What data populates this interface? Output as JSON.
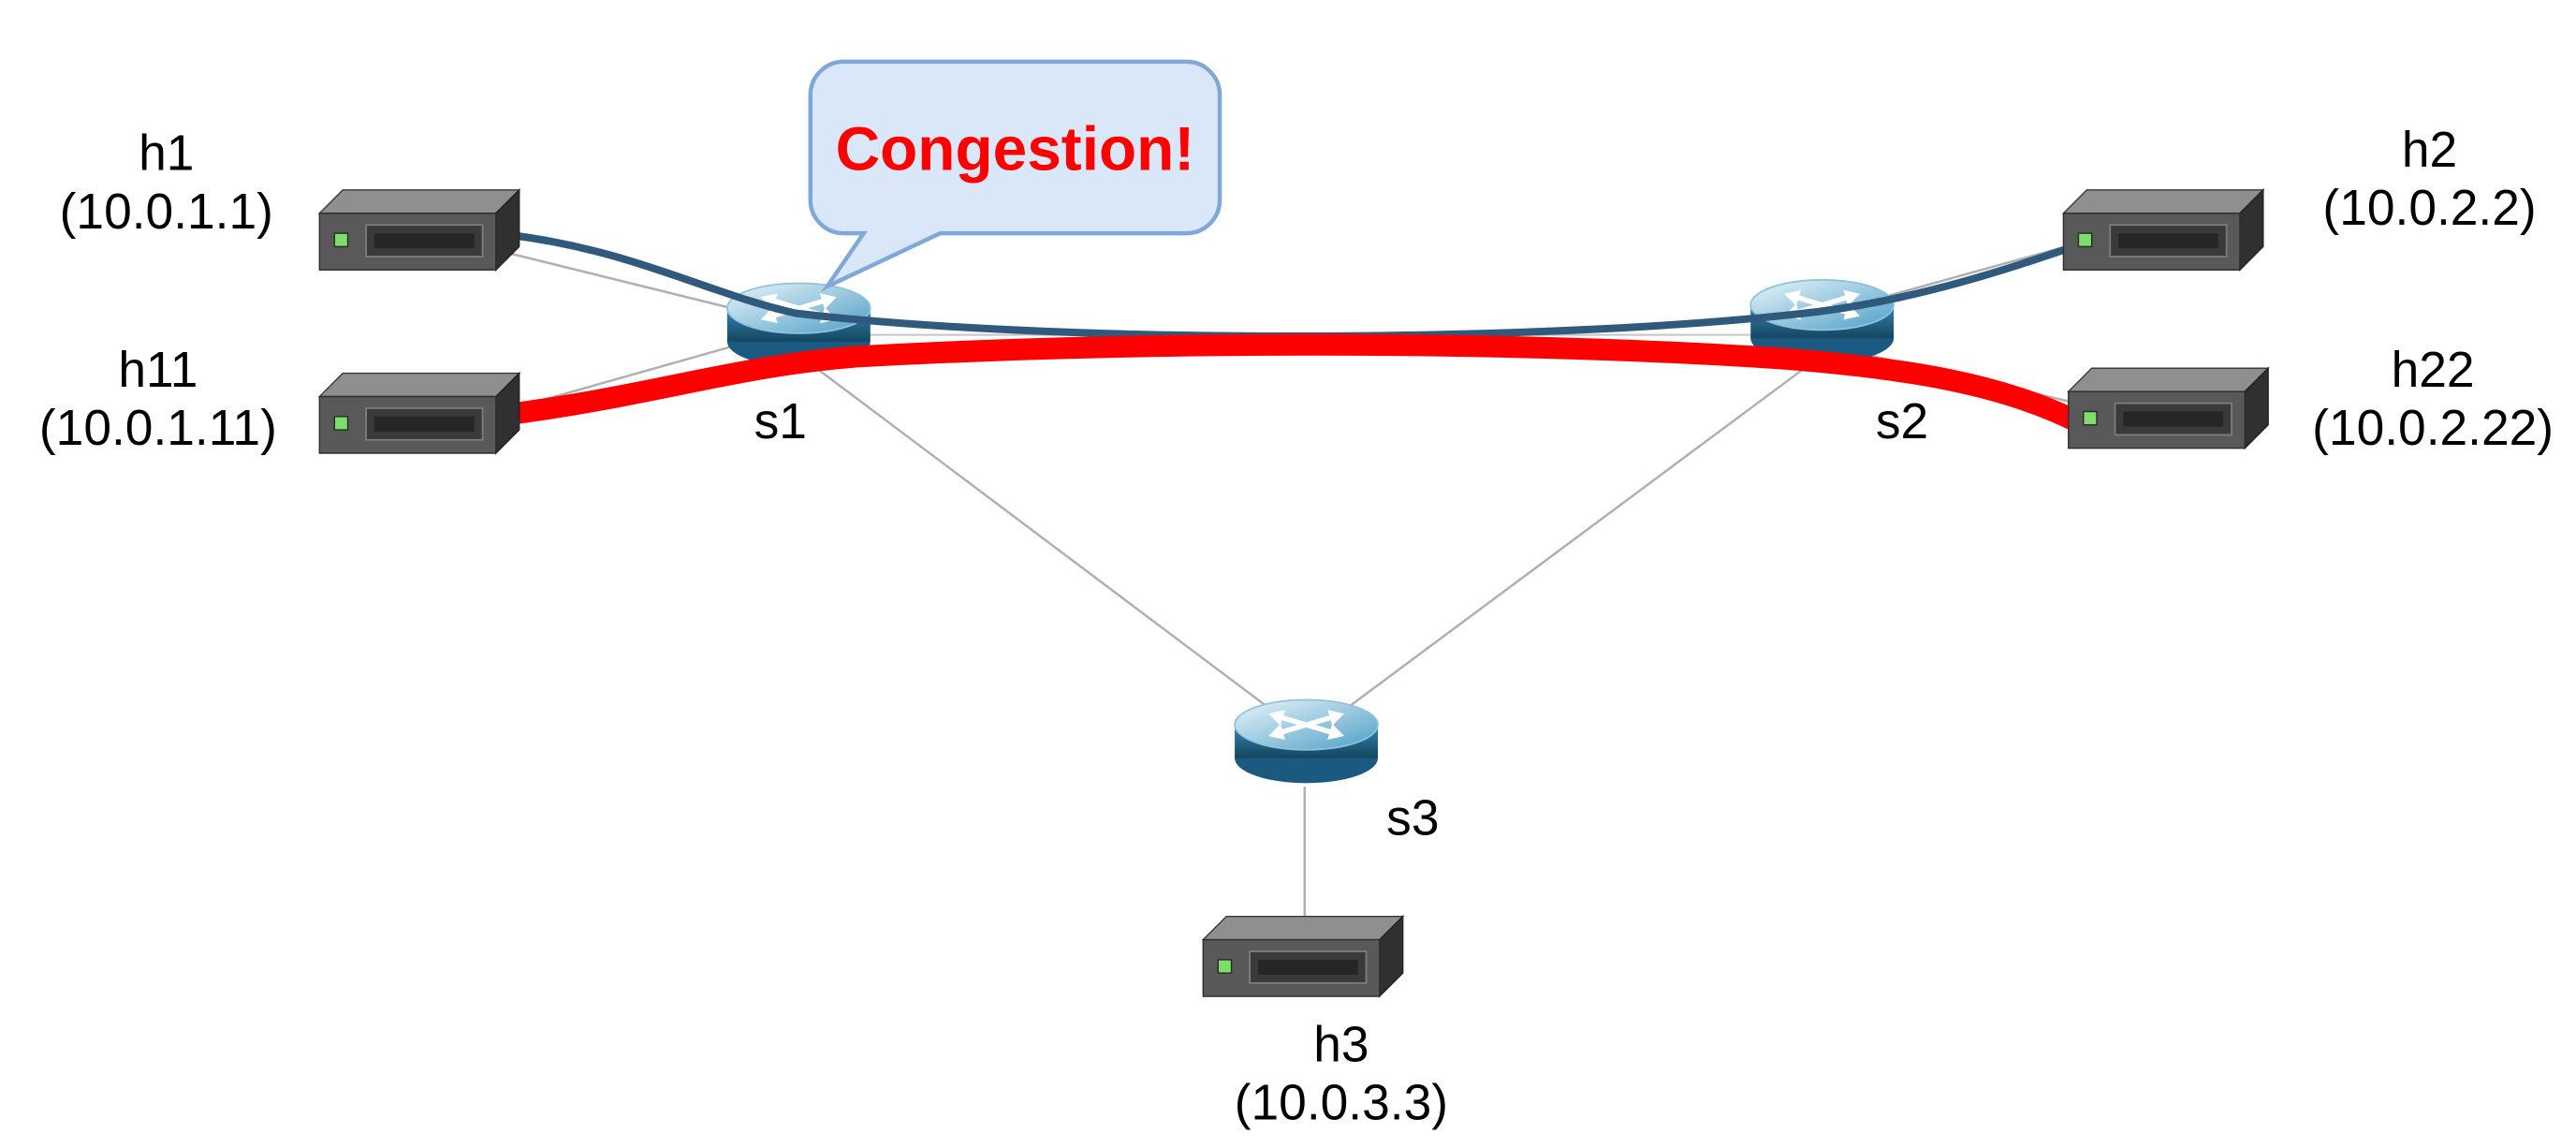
{
  "diagram": {
    "type": "network-topology",
    "callout": {
      "text": "Congestion!",
      "text_color": "#ff0000",
      "fill": "#d9e7f8",
      "border": "#7fa8d9",
      "points_at": "s1"
    },
    "switches": [
      {
        "id": "s1",
        "label": "s1"
      },
      {
        "id": "s2",
        "label": "s2"
      },
      {
        "id": "s3",
        "label": "s3"
      }
    ],
    "hosts": [
      {
        "id": "h1",
        "label": "h1",
        "ip": "(10.0.1.1)"
      },
      {
        "id": "h11",
        "label": "h11",
        "ip": "(10.0.1.11)"
      },
      {
        "id": "h2",
        "label": "h2",
        "ip": "(10.0.2.2)"
      },
      {
        "id": "h22",
        "label": "h22",
        "ip": "(10.0.2.22)"
      },
      {
        "id": "h3",
        "label": "h3",
        "ip": "(10.0.3.3)"
      }
    ],
    "links": [
      {
        "from": "h1",
        "to": "s1"
      },
      {
        "from": "h11",
        "to": "s1"
      },
      {
        "from": "s1",
        "to": "s2"
      },
      {
        "from": "s1",
        "to": "s3"
      },
      {
        "from": "s2",
        "to": "s3"
      },
      {
        "from": "s2",
        "to": "h2"
      },
      {
        "from": "s2",
        "to": "h22"
      },
      {
        "from": "s3",
        "to": "h3"
      }
    ],
    "flows": [
      {
        "id": "blue-flow",
        "path": [
          "h1",
          "s1",
          "s2",
          "h2"
        ],
        "color": "#2f5a7d"
      },
      {
        "id": "red-flow",
        "path": [
          "h11",
          "s1",
          "s2",
          "h22"
        ],
        "color": "#ff0000"
      }
    ],
    "colors": {
      "link_gray": "#b0b0b0",
      "switch_blue": "#2f7fae",
      "host_gray": "#595959",
      "led_green": "#7ddf6a"
    }
  }
}
